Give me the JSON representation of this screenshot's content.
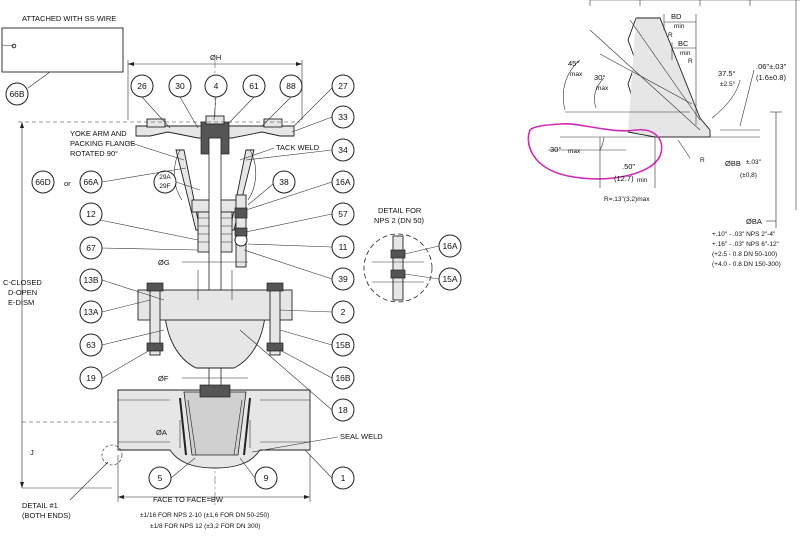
{
  "notes": {
    "tag_label": "ATTACHED WITH SS WIRE",
    "yoke_note_1": "YOKE ARM AND",
    "yoke_note_2": "PACKING FLANGE",
    "yoke_note_3": "ROTATED 90°",
    "tack_weld": "TACK WELD",
    "seal_weld": "SEAL WELD",
    "detail_nps2_1": "DETAIL FOR",
    "detail_nps2_2": "NPS 2 (DN 50)",
    "detail1_1": "DETAIL #1",
    "detail1_2": "(BOTH ENDS)",
    "or_label": "or",
    "c_closed_1": "C-CLOSED",
    "c_closed_2": "D-OPEN",
    "c_closed_3": "E-DISM",
    "face_to_face": "FACE TO FACE=BW",
    "tol_1": "±1/16 FOR NPS 2-10 (±1,6 FOR DN 50-250)",
    "tol_2": "±1/8 FOR NPS 12 (±3,2 FOR DN 300)"
  },
  "dimensions": {
    "dia_h": "ØH",
    "dia_g": "ØG",
    "dia_f": "ØF",
    "dia_a": "ØA",
    "j": "J"
  },
  "balloons": {
    "b26": "26",
    "b30": "30",
    "b4": "4",
    "b61": "61",
    "b88": "88",
    "b27": "27",
    "b33": "33",
    "b34": "34",
    "b66b": "66B",
    "b66d": "66D",
    "b66a": "66A",
    "b29a": "29A",
    "b29f": "29F",
    "b38": "38",
    "b16a": "16A",
    "b57": "57",
    "b12": "12",
    "b11": "11",
    "b67": "67",
    "b39": "39",
    "b13b": "13B",
    "b13a": "13A",
    "b2": "2",
    "b63": "63",
    "b15b": "15B",
    "b19": "19",
    "b16b": "16B",
    "b18": "18",
    "b5": "5",
    "b9": "9",
    "b1": "1",
    "b16a_detail": "16A",
    "b15a_detail": "15A"
  },
  "weld_detail": {
    "bd": "BD",
    "bd_min": "min",
    "bc": "BC",
    "bc_min": "min",
    "r_top": "R",
    "r_right": "R",
    "r_bottom": "R",
    "angle_45": "45°",
    "angle_45_max": "max",
    "angle_30_top": "30°",
    "angle_30_top_max": "max",
    "angle_30_bottom": "30°",
    "angle_30_bottom_max": "max",
    "angle_375": "37.5°",
    "angle_375_tol": "±2.5°",
    "dim_06": ".06\"±.03\"",
    "dim_06_mm": "(1.6±0.8)",
    "dim_50": ".50\"",
    "dim_50_mm": "(12.7)",
    "dim_50_min": "min",
    "r_note": "R=.13\"(3,2)max",
    "dia_bb": "ØBB",
    "dia_bb_tol": "±.03\"",
    "dia_bb_mm": "(±0,8)",
    "dia_ba": "ØBA",
    "ba_tol_1": "+.10\" - .03\" NPS 2\"-4\"",
    "ba_tol_2": "+.16\" - .03\" NPS 6\"-12\"",
    "ba_tol_3": "(+2.5 - 0.8  DN 50-100)",
    "ba_tol_4": "(+4.0 - 0.8  DN 150-300)"
  },
  "colors": {
    "ink": "#222222",
    "highlight": "#d02ab8",
    "fill": "#e6e6e6"
  }
}
